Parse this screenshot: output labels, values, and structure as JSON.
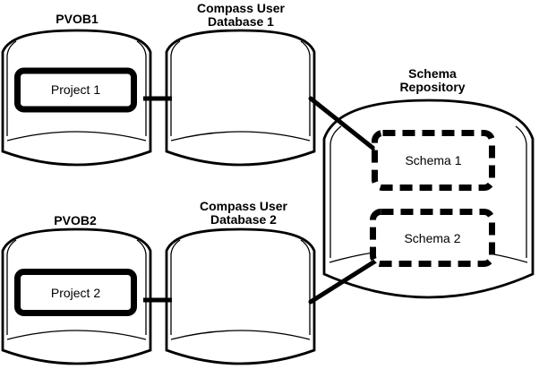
{
  "diagram": {
    "colors": {
      "background": "#ffffff",
      "stroke": "#000000"
    },
    "nodes": {
      "pvob1": {
        "label": "PVOB1",
        "project": "Project 1"
      },
      "compass_db1": {
        "label_line1": "Compass User",
        "label_line2": "Database 1"
      },
      "pvob2": {
        "label": "PVOB2",
        "project": "Project 2"
      },
      "compass_db2": {
        "label_line1": "Compass User",
        "label_line2": "Database 2"
      },
      "schema_repository": {
        "label_line1": "Schema",
        "label_line2": "Repository",
        "schema1": "Schema 1",
        "schema2": "Schema 2"
      }
    },
    "connections": [
      {
        "from": "PVOB1",
        "to": "Compass User Database 1"
      },
      {
        "from": "Compass User Database 1",
        "to": "Schema 1"
      },
      {
        "from": "PVOB2",
        "to": "Compass User Database 2"
      },
      {
        "from": "Compass User Database 2",
        "to": "Schema 2"
      }
    ]
  }
}
